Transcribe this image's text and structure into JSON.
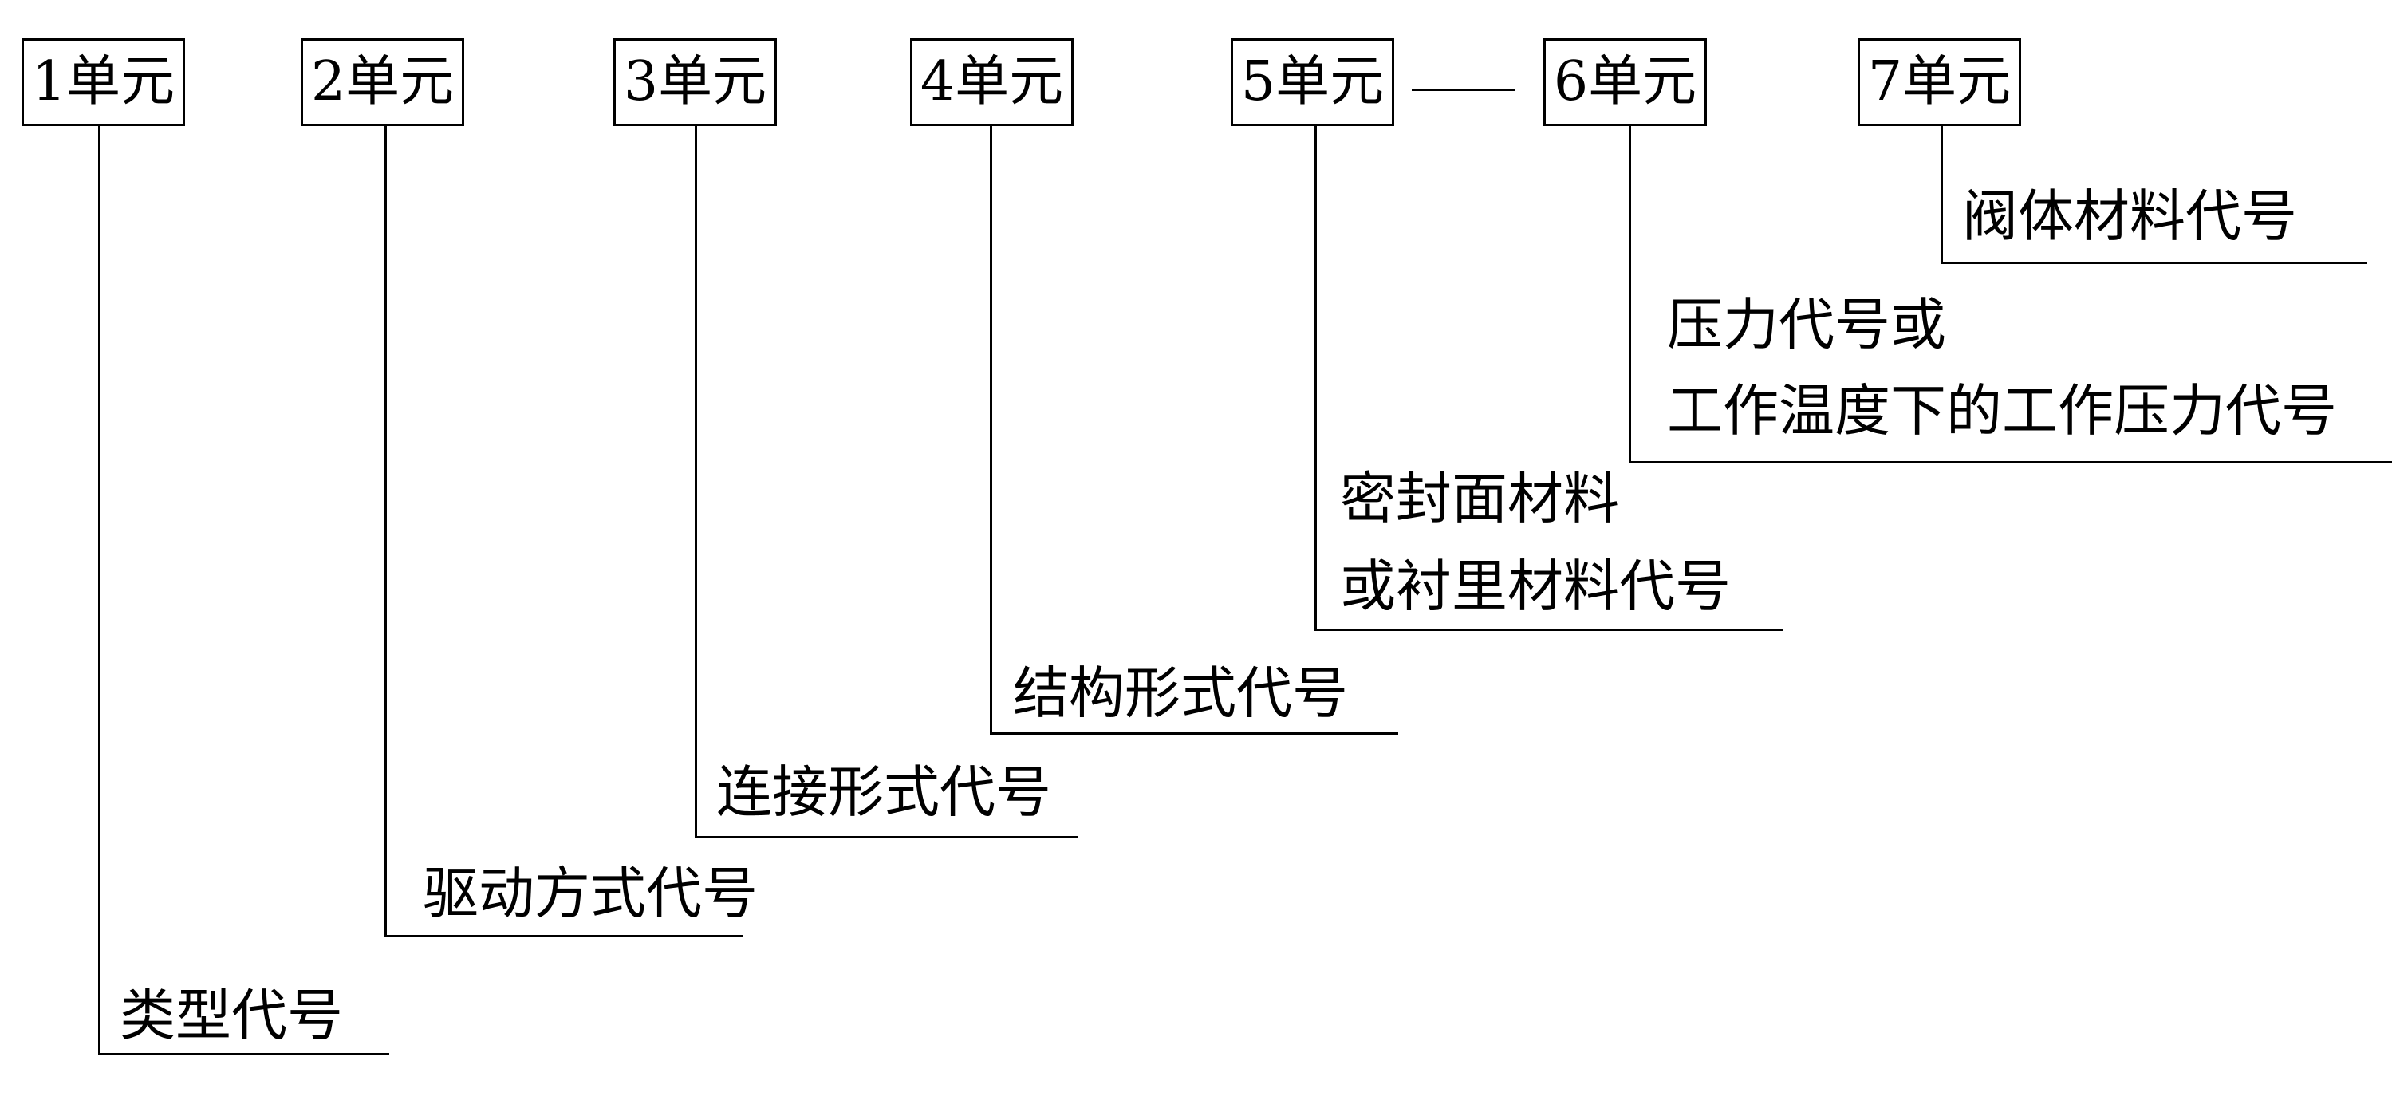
{
  "units": [
    {
      "label": "1单元"
    },
    {
      "label": "2单元"
    },
    {
      "label": "3单元"
    },
    {
      "label": "4单元"
    },
    {
      "label": "5单元"
    },
    {
      "label": "6单元"
    },
    {
      "label": "7单元"
    }
  ],
  "descriptions": {
    "unit1": "类型代号",
    "unit2": "驱动方式代号",
    "unit3": "连接形式代号",
    "unit4": "结构形式代号",
    "unit5_line1": "密封面材料",
    "unit5_line2": "或衬里材料代号",
    "unit6_line1": "压力代号或",
    "unit6_line2": "工作温度下的工作压力代号",
    "unit7": "阀体材料代号"
  }
}
